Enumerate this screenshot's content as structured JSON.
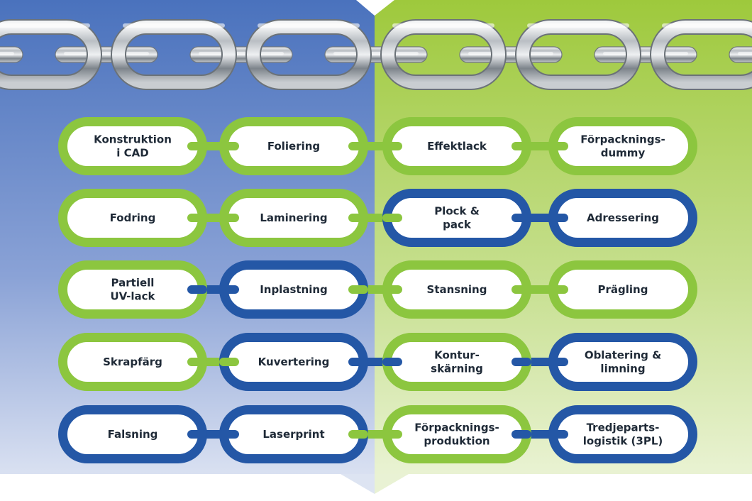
{
  "colors": {
    "blue_bg_top": "#4a72bd",
    "blue_bg_bottom": "#e4e9f5",
    "green_bg_top": "#9ec93c",
    "green_bg_bottom": "#eef5dc",
    "green_ring": "#8cc63f",
    "blue_ring": "#2457a6",
    "text": "#1f2a37",
    "pill_fill": "#ffffff"
  },
  "rows": [
    {
      "cells": [
        {
          "lines": [
            "Konstruktion",
            "i CAD"
          ],
          "color": "green"
        },
        {
          "lines": [
            "Foliering"
          ],
          "color": "green"
        },
        {
          "lines": [
            "Effektlack"
          ],
          "color": "green"
        },
        {
          "lines": [
            "Förpacknings-",
            "dummy"
          ],
          "color": "green"
        }
      ],
      "connectors": [
        "green",
        "green",
        "green"
      ]
    },
    {
      "cells": [
        {
          "lines": [
            "Fodring"
          ],
          "color": "green"
        },
        {
          "lines": [
            "Laminering"
          ],
          "color": "green"
        },
        {
          "lines": [
            "Plock &",
            "pack"
          ],
          "color": "blue"
        },
        {
          "lines": [
            "Adressering"
          ],
          "color": "blue"
        }
      ],
      "connectors": [
        "green",
        "green",
        "blue"
      ]
    },
    {
      "cells": [
        {
          "lines": [
            "Partiell",
            "UV-lack"
          ],
          "color": "green"
        },
        {
          "lines": [
            "Inplastning"
          ],
          "color": "blue"
        },
        {
          "lines": [
            "Stansning"
          ],
          "color": "green"
        },
        {
          "lines": [
            "Prägling"
          ],
          "color": "green"
        }
      ],
      "connectors": [
        "blue",
        "green",
        "green"
      ]
    },
    {
      "cells": [
        {
          "lines": [
            "Skrapfärg"
          ],
          "color": "green"
        },
        {
          "lines": [
            "Kuvertering"
          ],
          "color": "blue"
        },
        {
          "lines": [
            "Kontur-",
            "skärning"
          ],
          "color": "green"
        },
        {
          "lines": [
            "Oblatering &",
            "limning"
          ],
          "color": "blue"
        }
      ],
      "connectors": [
        "green",
        "blue",
        "blue"
      ]
    },
    {
      "cells": [
        {
          "lines": [
            "Falsning"
          ],
          "color": "blue"
        },
        {
          "lines": [
            "Laserprint"
          ],
          "color": "blue"
        },
        {
          "lines": [
            "Förpacknings-",
            "produktion"
          ],
          "color": "green"
        },
        {
          "lines": [
            "Tredjeparts-",
            "logistik (3PL)"
          ],
          "color": "blue"
        }
      ],
      "connectors": [
        "blue",
        "green",
        "blue"
      ]
    }
  ]
}
